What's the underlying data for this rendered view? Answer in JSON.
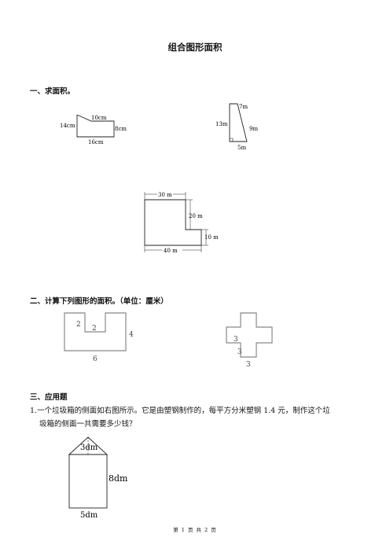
{
  "title": "组合图形面积",
  "section1": {
    "heading": "一、求面积。",
    "fig1": {
      "top": "10cm",
      "left": "14cm",
      "right": "8cm",
      "bottom": "16cm"
    },
    "fig2": {
      "top": "7m",
      "left": "13m",
      "right": "9m",
      "bottom": "5m"
    },
    "fig3": {
      "top": "30 m",
      "right_upper": "20 m",
      "right_lower": "10 m",
      "bottom": "40 m"
    }
  },
  "section2": {
    "heading": "二、计算下列图形的面积。（单位：厘米）",
    "fig4": {
      "left_notch": "2",
      "inner_notch": "2",
      "right": "4",
      "bottom": "6"
    },
    "fig5": {
      "side": "3",
      "lower": "3",
      "bottom": "3"
    }
  },
  "section3": {
    "heading": "三、应用题",
    "q1_line1": "1.一个垃圾箱的侧面如右图所示。它是由塑钢制作的，每平方分米塑钢 1.4 元，制作这个垃",
    "q1_line2": "圾箱的侧面一共需要多少钱？",
    "fig6": {
      "triangle": "3dm",
      "height": "8dm",
      "bottom": "5dm"
    }
  },
  "footer": "第 1 页 共 2 页"
}
